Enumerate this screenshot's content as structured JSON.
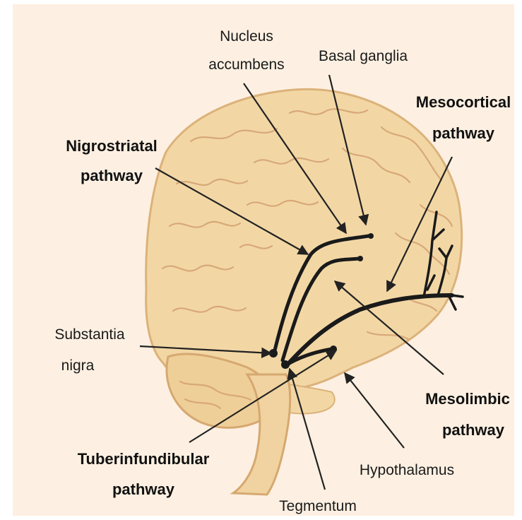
{
  "colors": {
    "background": "#fdf0e2",
    "brain_fill": "#f2d7a5",
    "brain_outline": "#dcb27a",
    "gyri": "#d8a878",
    "pathway": "#1a1a1a",
    "leader_line": "#222222",
    "text": "#1a1a1a"
  },
  "labels": {
    "nucleus_accumbens": {
      "line1": "Nucleus",
      "line2": "accumbens"
    },
    "basal_ganglia": "Basal ganglia",
    "mesocortical": {
      "line1": "Mesocortical",
      "line2": "pathway"
    },
    "nigrostriatal": {
      "line1": "Nigrostriatal",
      "line2": "pathway"
    },
    "substantia_nigra": {
      "line1": "Substantia",
      "line2": "nigra"
    },
    "mesolimbic": {
      "line1": "Mesolimbic",
      "line2": "pathway"
    },
    "tuberinfundibular": {
      "line1": "Tuberinfundibular",
      "line2": "pathway"
    },
    "hypothalamus": "Hypothalamus",
    "tegmentum": "Tegmentum"
  }
}
